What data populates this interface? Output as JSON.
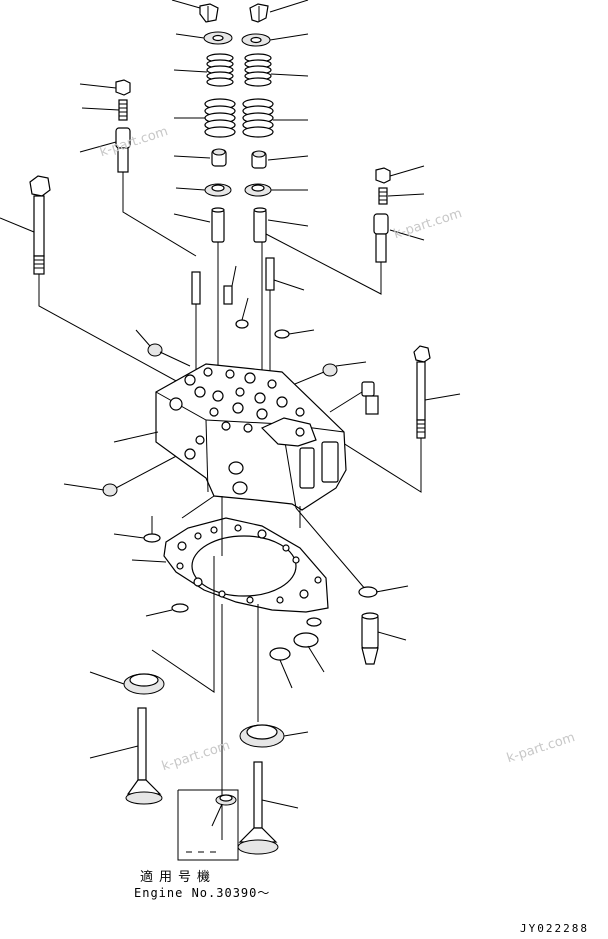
{
  "applicability": {
    "label_jp": "適用号機",
    "engine_line": "Engine No.30390～"
  },
  "drawing_code": "JY022288",
  "watermarks": [
    "k-part.com",
    "k-part.com",
    "k-part.com",
    "k-part.com"
  ],
  "colors": {
    "line": "#000000",
    "background": "#ffffff",
    "watermark": "#c8c8c8"
  }
}
